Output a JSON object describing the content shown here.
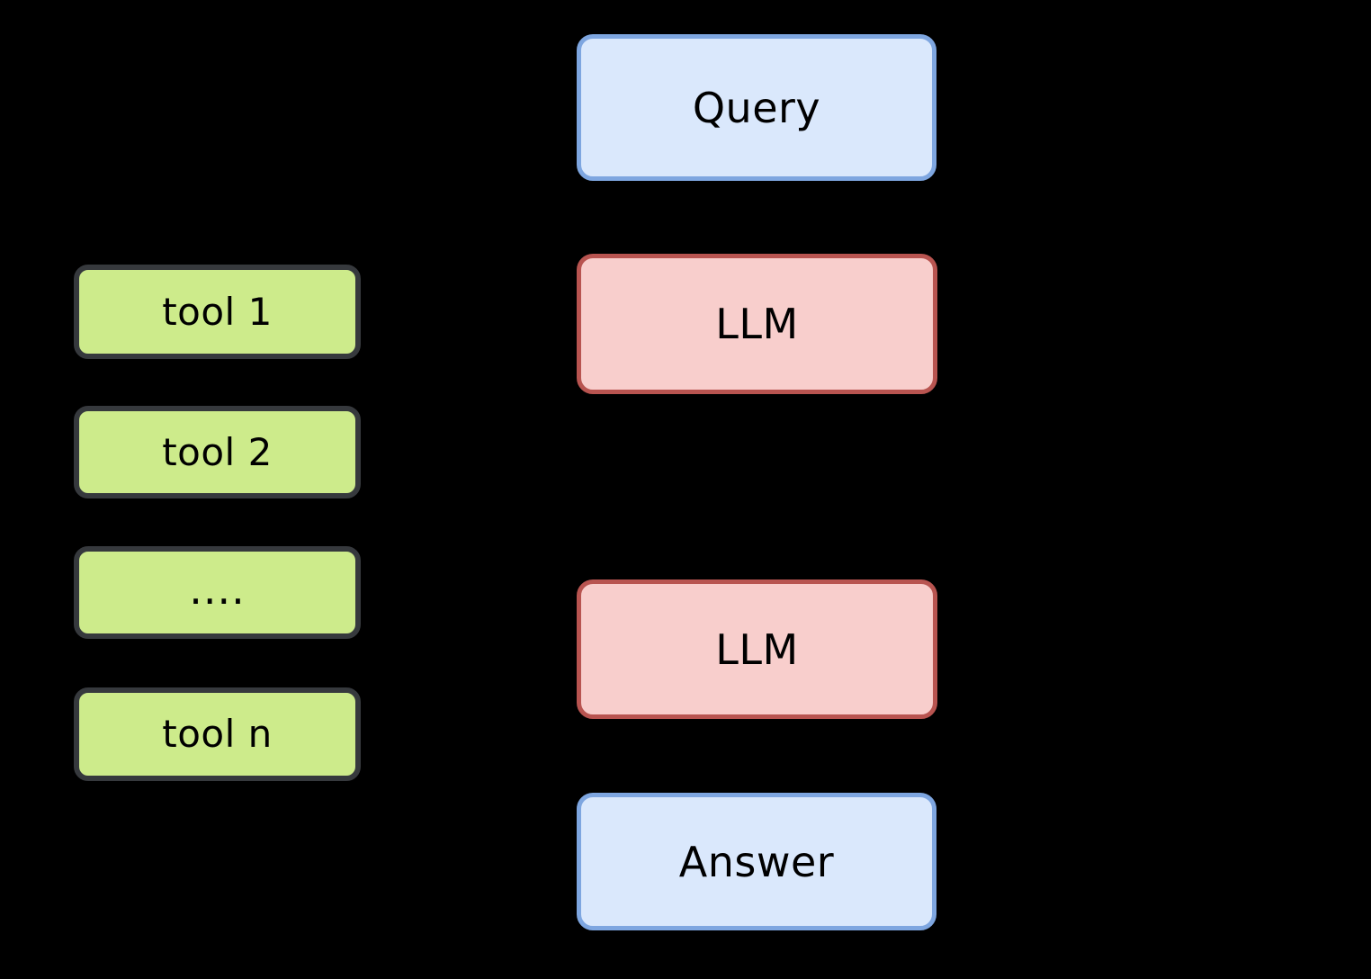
{
  "diagram": {
    "background_color": "#000000",
    "title": "LLM agent with tools flow diagram",
    "palette": {
      "blue_fill": "#dae8fc",
      "blue_stroke": "#7ea6e0",
      "pink_fill": "#f8cecc",
      "pink_stroke": "#b85450",
      "green_fill": "#cdeb8b",
      "green_stroke": "#36393d",
      "text_color": "#000000"
    }
  },
  "tools_column": {
    "items": [
      {
        "label": "tool 1"
      },
      {
        "label": "tool 2"
      },
      {
        "label": "...."
      },
      {
        "label": "tool n"
      }
    ]
  },
  "flow_column": {
    "query": {
      "label": "Query"
    },
    "llm_first": {
      "label": "LLM"
    },
    "llm_second": {
      "label": "LLM"
    },
    "answer": {
      "label": "Answer"
    }
  }
}
